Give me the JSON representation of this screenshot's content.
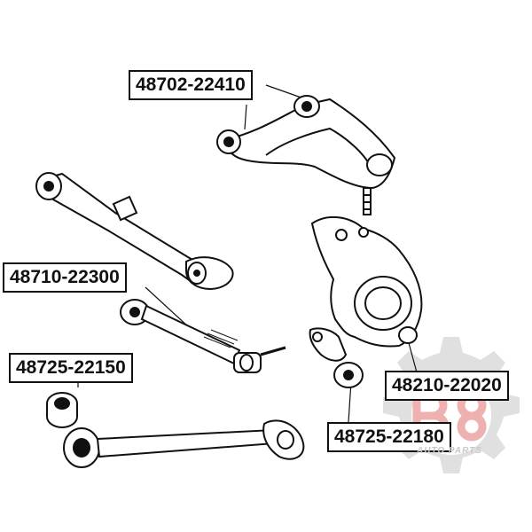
{
  "part_labels": {
    "upper_arm": "48702-22410",
    "trailing_arm": "48710-22300",
    "bushing": "48725-22150",
    "knuckle": "48210-22020",
    "knuckle_bushing": "48725-22180"
  },
  "watermark": {
    "text": "AUTO PARTS",
    "colors": {
      "gear": "#d9d9d9",
      "accent": "#f2b8b8"
    }
  },
  "colors": {
    "line": "#111111",
    "background": "#ffffff"
  }
}
